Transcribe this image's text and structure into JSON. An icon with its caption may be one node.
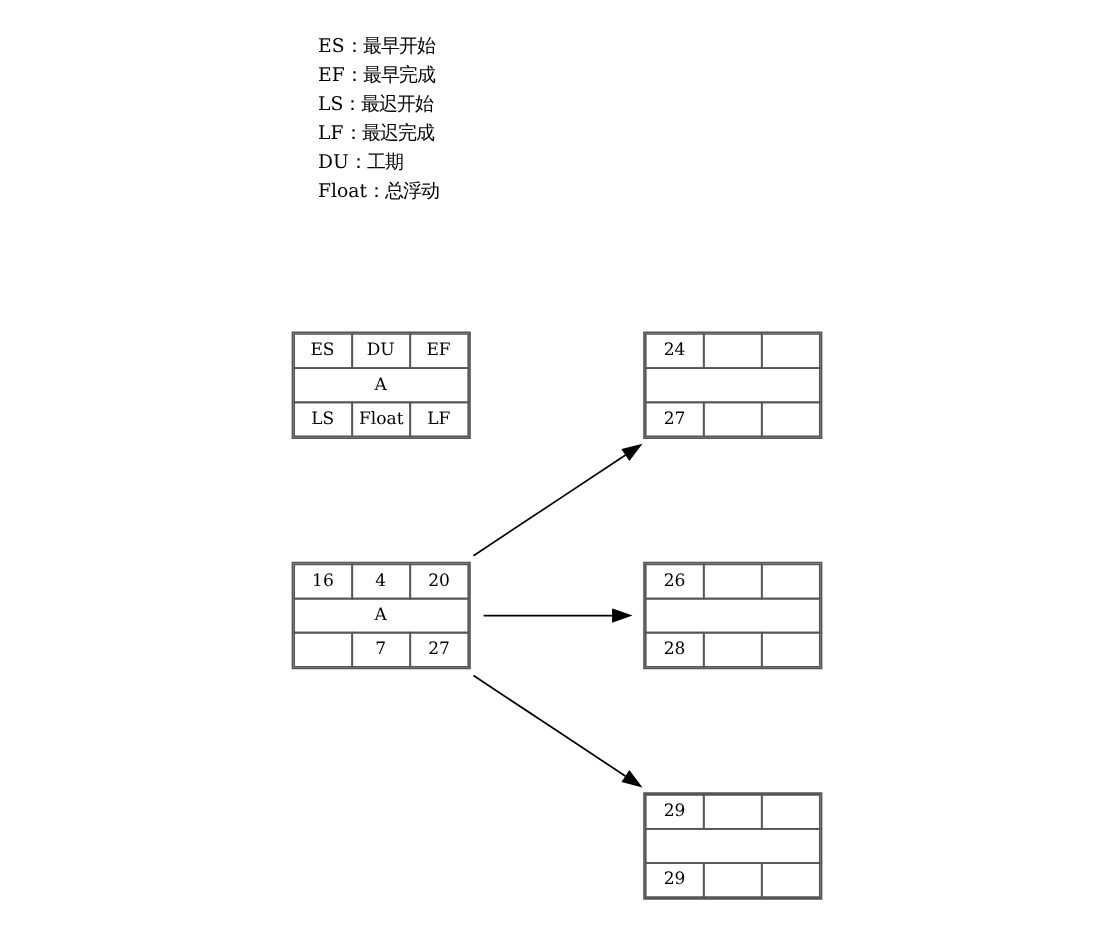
{
  "diagram": {
    "nodes": [
      {
        "text": [
          "16",
          "4",
          "20",
          "A",
          "7",
          "27"
        ]
      },
      {
        "text": [
          "24",
          "27"
        ]
      },
      {
        "text": [
          "26",
          "28"
        ]
      },
      {
        "text": [
          "29",
          "29"
        ]
      },
      {
        "text": [
          "ES",
          "DU",
          "EF",
          "A",
          "LS",
          "Float",
          "LF"
        ]
      }
    ],
    "edges": [
      {
        "from": 0,
        "to": 1,
        "arrow": "to"
      },
      {
        "from": 0,
        "to": 2,
        "arrow": "to"
      },
      {
        "from": 0,
        "to": 3,
        "arrow": "to"
      }
    ],
    "labels": [
      "ES：最早开始",
      "EF：最早完成",
      "LS：最迟开始",
      "LF：最迟完成",
      "DU：工期",
      "Float：总浮动"
    ]
  }
}
